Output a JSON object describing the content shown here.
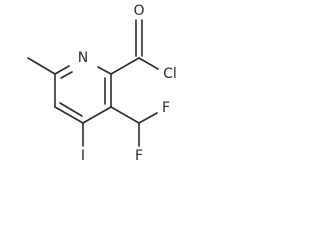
{
  "structure": {
    "atoms": {
      "ring_nitrogen": "N",
      "carbonyl_oxygen": "O",
      "acyl_chlorine": "Cl",
      "fluorine_upper": "F",
      "fluorine_lower": "F",
      "iodine": "I"
    }
  },
  "colors": {
    "ink": "#2b2b2b",
    "background": "#ffffff"
  }
}
